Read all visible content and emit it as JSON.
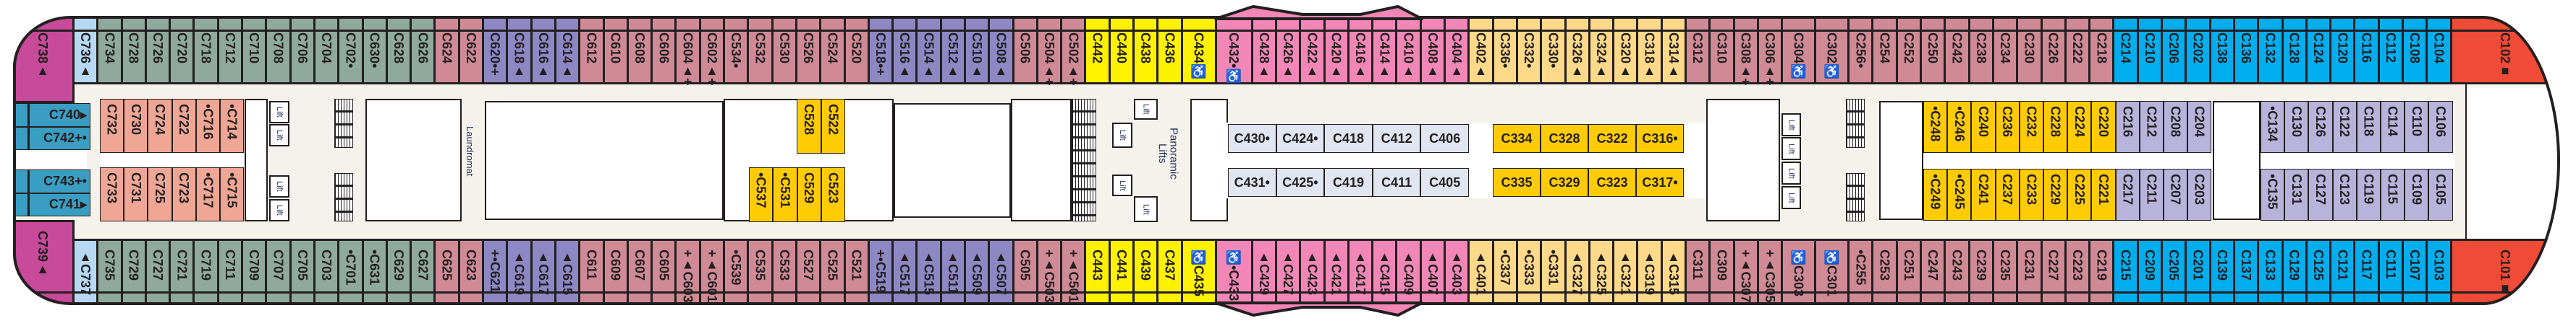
{
  "deck": {
    "labels": {
      "lift": "Lift",
      "laundromat": "Laundromat",
      "panoramic_lifts": "Panoramic Lifts"
    },
    "top_row": [
      {
        "color": "#c84a9a",
        "cabins": [
          "C738▲"
        ]
      },
      {
        "color": "#b6d8f2",
        "cabins": [
          "C736▲"
        ]
      },
      {
        "color": "#8faa9c",
        "cabins": [
          "C734",
          "C728",
          "C726",
          "C720",
          "C718",
          "C712",
          "C710",
          "C708",
          "C706",
          "C704",
          "C702•",
          "C630•",
          "C628",
          "C626"
        ]
      },
      {
        "color": "#cf8a96",
        "cabins": [
          "C624",
          "C622"
        ]
      },
      {
        "color": "#8d88c4",
        "cabins": [
          "C620•+",
          "C618▲",
          "C616▲",
          "C614▲"
        ]
      },
      {
        "color": "#cf8a96",
        "cabins": [
          "C612",
          "C610",
          "C608",
          "C606",
          "C604▲+",
          "C602▲+",
          "C534•",
          "C532",
          "C530",
          "C526",
          "C524",
          "C520"
        ]
      },
      {
        "color": "#8d88c4",
        "cabins": [
          "C518•+",
          "C516▲",
          "C514▲",
          "C512▲",
          "C510▲",
          "C508▲"
        ]
      },
      {
        "color": "#cf8a96",
        "cabins": [
          "C506",
          "C504▲+",
          "C502▲+"
        ]
      },
      {
        "color": "#fff200",
        "cabins": [
          "C442",
          "C440",
          "C438",
          "C436",
          "C434♿"
        ]
      },
      {
        "color": "#f287b7",
        "cabins": [
          "C432•♿",
          "C428▲",
          "C426▲",
          "C422▲",
          "C420▲",
          "C416▲",
          "C414▲",
          "C410▲",
          "C408▲",
          "C404▲"
        ]
      },
      {
        "color": "#ffd98a",
        "cabins": [
          "C402▲",
          "C336•",
          "C332•",
          "C330•",
          "C326▲",
          "C324▲",
          "C320▲",
          "C318▲",
          "C314▲"
        ]
      },
      {
        "color": "#cf8a96",
        "cabins": [
          "C312",
          "C310",
          "C308▲+",
          "C306▲+",
          "C304♿",
          "C302♿",
          "C256•",
          "C254",
          "C252",
          "C250",
          "C242",
          "C238",
          "C234",
          "C230",
          "C226",
          "C222",
          "C218"
        ]
      },
      {
        "color": "#00aeef",
        "cabins": [
          "C214",
          "C210",
          "C206",
          "C202",
          "C138",
          "C136",
          "C132",
          "C128",
          "C124",
          "C120",
          "C116",
          "C112",
          "C108",
          "C104"
        ]
      },
      {
        "color": "#f04b37",
        "cabins": [
          "C102■"
        ]
      }
    ],
    "bottom_row": [
      {
        "color": "#c84a9a",
        "cabins": [
          "C739▲"
        ]
      },
      {
        "color": "#b6d8f2",
        "cabins": [
          "▲C737"
        ]
      },
      {
        "color": "#8faa9c",
        "cabins": [
          "C735",
          "C729",
          "C727",
          "C721",
          "C719",
          "C711",
          "C709",
          "C707",
          "C705",
          "C703",
          "•C701",
          "•C631",
          "C629",
          "C627"
        ]
      },
      {
        "color": "#cf8a96",
        "cabins": [
          "C625",
          "C623"
        ]
      },
      {
        "color": "#8d88c4",
        "cabins": [
          "+•C621",
          "▲C619",
          "▲C617",
          "▲C615"
        ]
      },
      {
        "color": "#cf8a96",
        "cabins": [
          "C611",
          "C609",
          "C607",
          "C605",
          "+▲C603",
          "+▲C601",
          "•C539",
          "C535",
          "C533",
          "C527",
          "C525",
          "C521"
        ]
      },
      {
        "color": "#8d88c4",
        "cabins": [
          "+•C519",
          "▲C517",
          "▲C515",
          "▲C511",
          "▲C509",
          "▲C507"
        ]
      },
      {
        "color": "#cf8a96",
        "cabins": [
          "C505",
          "+▲C503",
          "+▲C501"
        ]
      },
      {
        "color": "#fff200",
        "cabins": [
          "C443",
          "C441",
          "C439",
          "C437",
          "♿C435"
        ]
      },
      {
        "color": "#f287b7",
        "cabins": [
          "♿•C433",
          "▲C429",
          "▲C427",
          "▲C423",
          "▲C421",
          "▲C417",
          "▲C415",
          "▲C409",
          "▲C407",
          "▲C403"
        ]
      },
      {
        "color": "#ffd98a",
        "cabins": [
          "▲C401",
          "•C337",
          "•C333",
          "•C331",
          "▲C327",
          "▲C325",
          "▲C321",
          "▲C319",
          "▲C315"
        ]
      },
      {
        "color": "#cf8a96",
        "cabins": [
          "C311",
          "C309",
          "+▲C307",
          "+▲C305",
          "♿C303",
          "♿C301",
          "•C255",
          "C253",
          "C251",
          "C247",
          "C243",
          "C239",
          "C235",
          "C231",
          "C227",
          "C223",
          "C219"
        ]
      },
      {
        "color": "#00aeef",
        "cabins": [
          "C215",
          "C209",
          "C205",
          "C201",
          "C139",
          "C137",
          "C133",
          "C129",
          "C125",
          "C121",
          "C117",
          "C111",
          "C107",
          "C103"
        ]
      },
      {
        "color": "#f04b37",
        "cabins": [
          "C101■"
        ]
      }
    ],
    "inner": {
      "stern_top": {
        "color": "#3a9ec2",
        "cabins": [
          "C740▸",
          "C742+•"
        ]
      },
      "stern_bottom": {
        "color": "#3a9ec2",
        "cabins": [
          "C743+•",
          "C741▸"
        ]
      },
      "aft_top": {
        "color": "#efa694",
        "cabins": [
          "C732",
          "C730",
          "C724",
          "C722",
          "•C716",
          "•C714"
        ]
      },
      "aft_bottom": {
        "color": "#efa694",
        "cabins": [
          "C733",
          "C731",
          "C725",
          "C723",
          "•C717",
          "•C715"
        ]
      },
      "mid_top": {
        "color": "#ffcb05",
        "cabins": [
          "C528",
          "C522"
        ]
      },
      "mid_bottom": {
        "color": "#ffcb05",
        "cabins": [
          "•C537",
          "•C531",
          "C529",
          "C523"
        ]
      },
      "center_top": {
        "color": "#dfe5f1",
        "cabins": [
          "C430•",
          "C424•",
          "C418",
          "C412",
          "C406"
        ]
      },
      "center_bottom": {
        "color": "#dfe5f1",
        "cabins": [
          "C431•",
          "C425•",
          "C419",
          "C411",
          "C405"
        ]
      },
      "gold_top": {
        "color": "#ffcb05",
        "cabins": [
          "C334",
          "C328",
          "C322",
          "C316•"
        ]
      },
      "gold_bottom": {
        "color": "#ffcb05",
        "cabins": [
          "C335",
          "C329",
          "C323",
          "C317•"
        ]
      },
      "fwd_gold_top": {
        "color": "#ffcb05",
        "cabins": [
          "•C248",
          "•C246",
          "C240",
          "C236",
          "C232",
          "C228",
          "C224",
          "C220"
        ]
      },
      "fwd_gold_bottom": {
        "color": "#ffcb05",
        "cabins": [
          "•C249",
          "•C245",
          "C241",
          "C237",
          "C233",
          "C229",
          "C225",
          "C221"
        ]
      },
      "fwd_lav_top": {
        "color": "#b7b3da",
        "cabins": [
          "C216",
          "C212",
          "C208",
          "C204"
        ]
      },
      "fwd_lav_bottom": {
        "color": "#b7b3da",
        "cabins": [
          "C217",
          "C211",
          "C207",
          "C203"
        ]
      },
      "bow_lav_top": {
        "color": "#b7b3da",
        "cabins": [
          "•C134",
          "C130",
          "C126",
          "C122",
          "C118",
          "C114",
          "C110",
          "C106"
        ]
      },
      "bow_lav_bottom": {
        "color": "#b7b3da",
        "cabins": [
          "•C135",
          "C131",
          "C127",
          "C123",
          "C119",
          "C115",
          "C109",
          "C105"
        ]
      }
    }
  }
}
